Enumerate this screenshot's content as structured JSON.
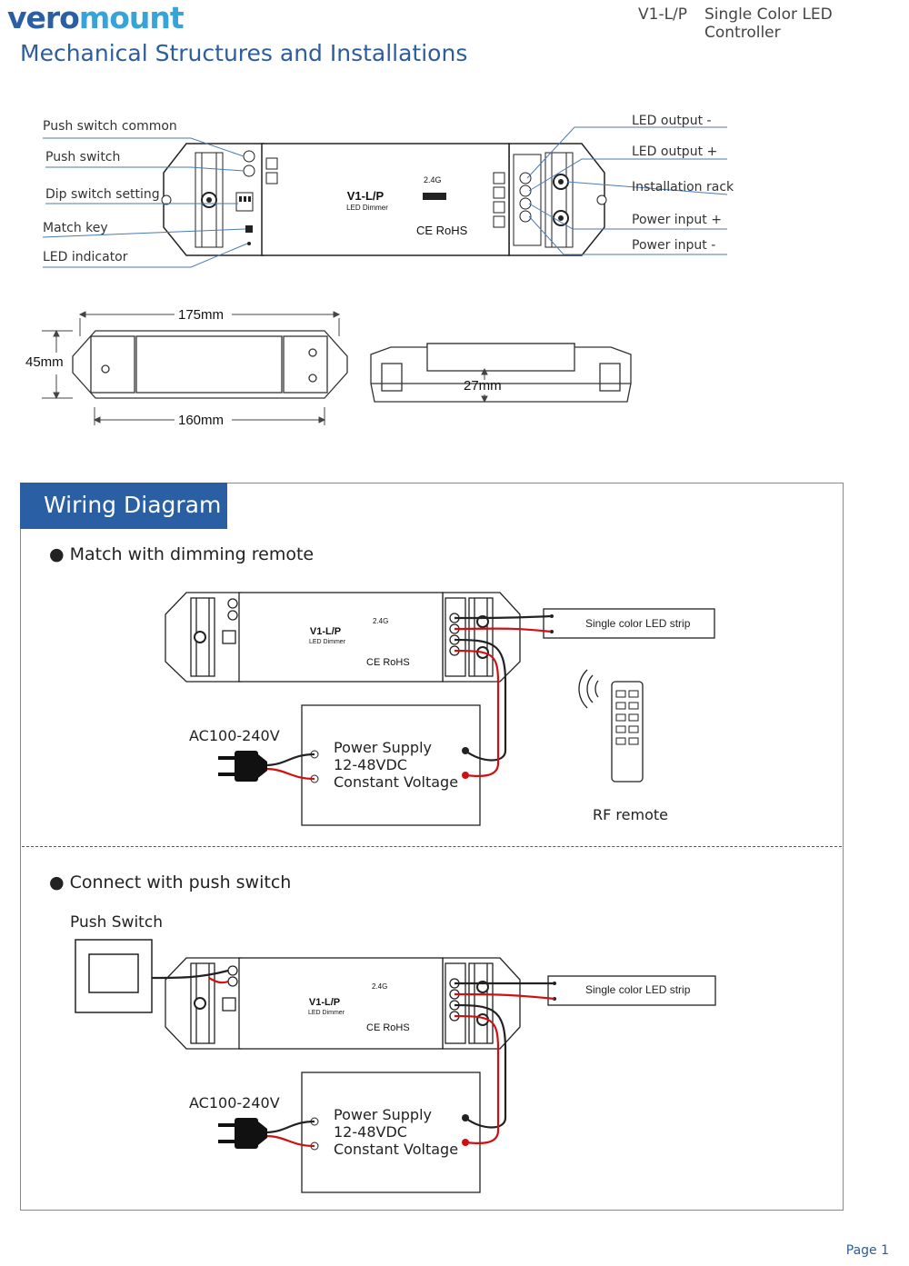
{
  "header": {
    "brand_part1": "vero",
    "brand_part2": "mount",
    "model": "V1-L/P",
    "product": "Single Color LED Controller",
    "section_title": "Mechanical Structures and Installations"
  },
  "device": {
    "name": "V1-L/P",
    "subtitle": "LED Dimmer",
    "freq": "2.4G",
    "cert": "CE RoHS"
  },
  "callouts_left": [
    "Push switch common",
    "Push switch",
    "Dip switch setting",
    "Match key",
    "LED indicator"
  ],
  "callouts_right": [
    "LED output -",
    "LED output +",
    "Installation rack",
    "Power input +",
    "Power input -"
  ],
  "dimensions": {
    "length": "175mm",
    "width": "45mm",
    "inner_length": "160mm",
    "height": "27mm"
  },
  "wiring": {
    "heading": "Wiring Diagram",
    "section1": "Match with dimming remote",
    "section2": "Connect with push switch",
    "ac_label": "AC100-240V",
    "power_supply": [
      "Power Supply",
      "12-48VDC",
      "Constant Voltage"
    ],
    "led_strip": "Single color LED strip",
    "rf_remote": "RF remote",
    "push_switch": "Push Switch"
  },
  "footer": {
    "page": "Page 1"
  }
}
